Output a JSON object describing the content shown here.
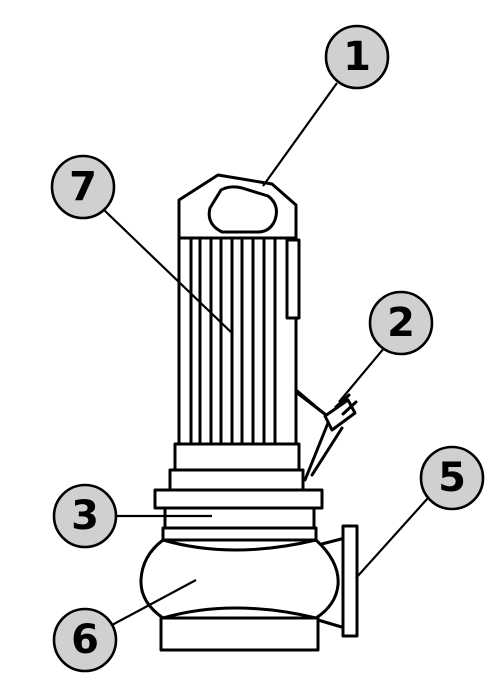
{
  "callouts": [
    {
      "id": "1",
      "label": "1"
    },
    {
      "id": "2",
      "label": "2"
    },
    {
      "id": "3",
      "label": "3"
    },
    {
      "id": "5",
      "label": "5"
    },
    {
      "id": "6",
      "label": "6"
    },
    {
      "id": "7",
      "label": "7"
    }
  ],
  "colors": {
    "bubble_fill": "#d0d0d0",
    "line": "#000000",
    "background": "#ffffff"
  }
}
